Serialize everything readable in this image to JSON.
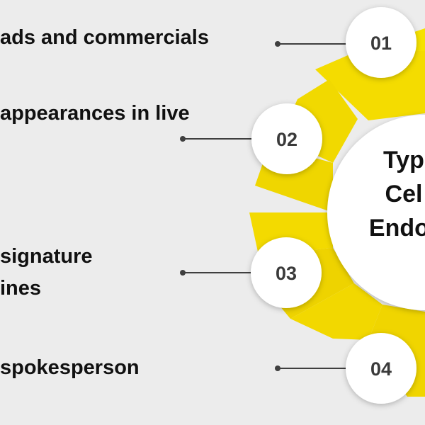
{
  "center_title": [
    "Typ",
    "Cel",
    "Endor"
  ],
  "items": [
    {
      "number": "01",
      "lines": [
        "ads and commercials"
      ]
    },
    {
      "number": "02",
      "lines": [
        "appearances in live"
      ]
    },
    {
      "number": "03",
      "lines": [
        "signature",
        "ines"
      ]
    },
    {
      "number": "04",
      "lines": [
        "spokesperson"
      ]
    }
  ],
  "colors": {
    "background": "#ececec",
    "accent": "#f1d900",
    "circle": "#ffffff",
    "number": "#3a3a3a",
    "connector": "#3f3f3f",
    "text": "#111111"
  }
}
